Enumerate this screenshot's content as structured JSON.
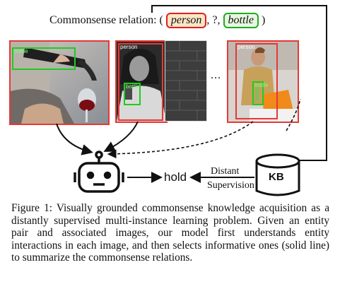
{
  "figure": {
    "relation": {
      "prefix": "Commonsense relation:",
      "open": "(",
      "subject": "person",
      "sep1": ",",
      "unknown": "?",
      "sep2": ",",
      "object": "bottle",
      "close": ")"
    },
    "detections": {
      "bottle_label": "bottle",
      "person_label": "person"
    },
    "ellipsis": "...",
    "robot_output": "hold",
    "edge_label_line1": "Distant",
    "edge_label_line2": "Supervision",
    "kb_label": "KB",
    "colors": {
      "person_border": "#e02020",
      "person_fill": "#fbe6c6",
      "bottle_border": "#22aa22",
      "bottle_fill": "#e6f7df",
      "frame_red": "#e53935",
      "det_green": "#1fcc1f"
    }
  },
  "caption": "Figure 1: Visually grounded commonsense knowledge acquisition as a distantly supervised multi-instance learning problem. Given an entity pair and associated images, our model first understands entity interactions in each image, and then selects informative ones (solid line) to summarize the commonsense relations."
}
